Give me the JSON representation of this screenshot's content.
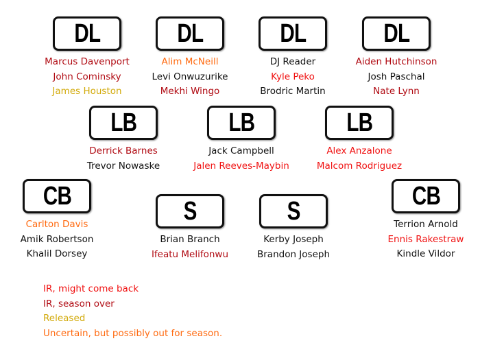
{
  "colors": {
    "black": "#111111",
    "ir_might_come_back": "#f01010",
    "ir_season_over": "#b00a12",
    "released": "#d2aa0a",
    "uncertain": "#ff6a10"
  },
  "positions": [
    {
      "label": "DL",
      "players": [
        {
          "name": "Marcus Davenport",
          "status": "dark"
        },
        {
          "name": "John Cominsky",
          "status": "dark"
        },
        {
          "name": "James Houston",
          "status": "gold"
        }
      ]
    },
    {
      "label": "DL",
      "players": [
        {
          "name": "Alim McNeill",
          "status": "orange"
        },
        {
          "name": "Levi Onwuzurike",
          "status": "black"
        },
        {
          "name": "Mekhi Wingo",
          "status": "dark"
        }
      ]
    },
    {
      "label": "DL",
      "players": [
        {
          "name": "DJ Reader",
          "status": "black"
        },
        {
          "name": "Kyle Peko",
          "status": "red"
        },
        {
          "name": "Brodric Martin",
          "status": "black"
        }
      ]
    },
    {
      "label": "DL",
      "players": [
        {
          "name": "Aiden Hutchinson",
          "status": "dark"
        },
        {
          "name": "Josh Paschal",
          "status": "black"
        },
        {
          "name": "Nate Lynn",
          "status": "dark"
        }
      ]
    },
    {
      "label": "LB",
      "players": [
        {
          "name": "Derrick Barnes",
          "status": "dark"
        },
        {
          "name": "Trevor Nowaske",
          "status": "black"
        }
      ]
    },
    {
      "label": "LB",
      "players": [
        {
          "name": "Jack Campbell",
          "status": "black"
        },
        {
          "name": "Jalen Reeves-Maybin",
          "status": "red"
        }
      ]
    },
    {
      "label": "LB",
      "players": [
        {
          "name": "Alex Anzalone",
          "status": "red"
        },
        {
          "name": "Malcom Rodriguez",
          "status": "red"
        }
      ]
    },
    {
      "label": "CB",
      "players": [
        {
          "name": "Carlton Davis",
          "status": "orange"
        },
        {
          "name": "Amik Robertson",
          "status": "black"
        },
        {
          "name": "Khalil Dorsey",
          "status": "black"
        }
      ]
    },
    {
      "label": "S",
      "players": [
        {
          "name": "Brian Branch",
          "status": "black"
        },
        {
          "name": "Ifeatu Melifonwu",
          "status": "dark"
        }
      ]
    },
    {
      "label": "S",
      "players": [
        {
          "name": "Kerby Joseph",
          "status": "black"
        },
        {
          "name": "Brandon Joseph",
          "status": "black"
        }
      ]
    },
    {
      "label": "CB",
      "players": [
        {
          "name": "Terrion Arnold",
          "status": "black"
        },
        {
          "name": "Ennis Rakestraw",
          "status": "red"
        },
        {
          "name": "Kindle Vildor",
          "status": "black"
        }
      ]
    }
  ],
  "legend": [
    {
      "text": "IR, might come back",
      "status": "red"
    },
    {
      "text": "IR, season over",
      "status": "dark"
    },
    {
      "text": "Released",
      "status": "gold"
    },
    {
      "text": "Uncertain, but possibly out for season.",
      "status": "orange"
    }
  ]
}
